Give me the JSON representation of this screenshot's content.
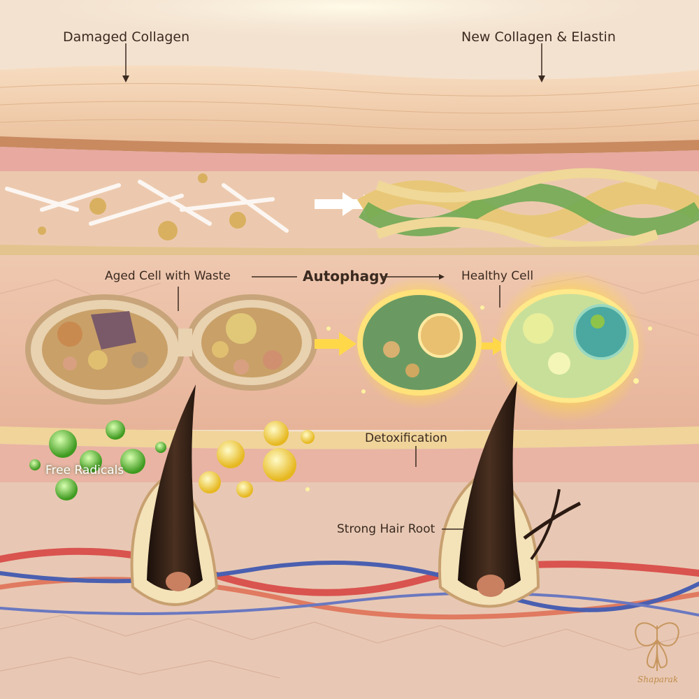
{
  "labels": {
    "damaged_collagen": "Damaged Collagen",
    "new_collagen": "New Collagen & Elastin",
    "aged_cell": "Aged Cell with Waste",
    "autophagy": "Autophagy",
    "healthy_cell": "Healthy Cell",
    "free_radicals": "Free Radicals",
    "detoxification": "Detoxification",
    "strong_hair_root": "Strong Hair Root"
  },
  "watermark": {
    "text": "Shaparak",
    "icon": "butterfly-icon"
  },
  "colors": {
    "epidermis": "#f0cfae",
    "dermis": "#e8b6a0",
    "collagen_green": "#6aa84f",
    "collagen_gold": "#e8c878",
    "glow": "#ffd84a",
    "free_radical": "#5fcf3a",
    "hair": "#2a1a12",
    "artery": "#d9534f",
    "vein": "#4a5fb0",
    "label_text": "#3a2a20"
  }
}
